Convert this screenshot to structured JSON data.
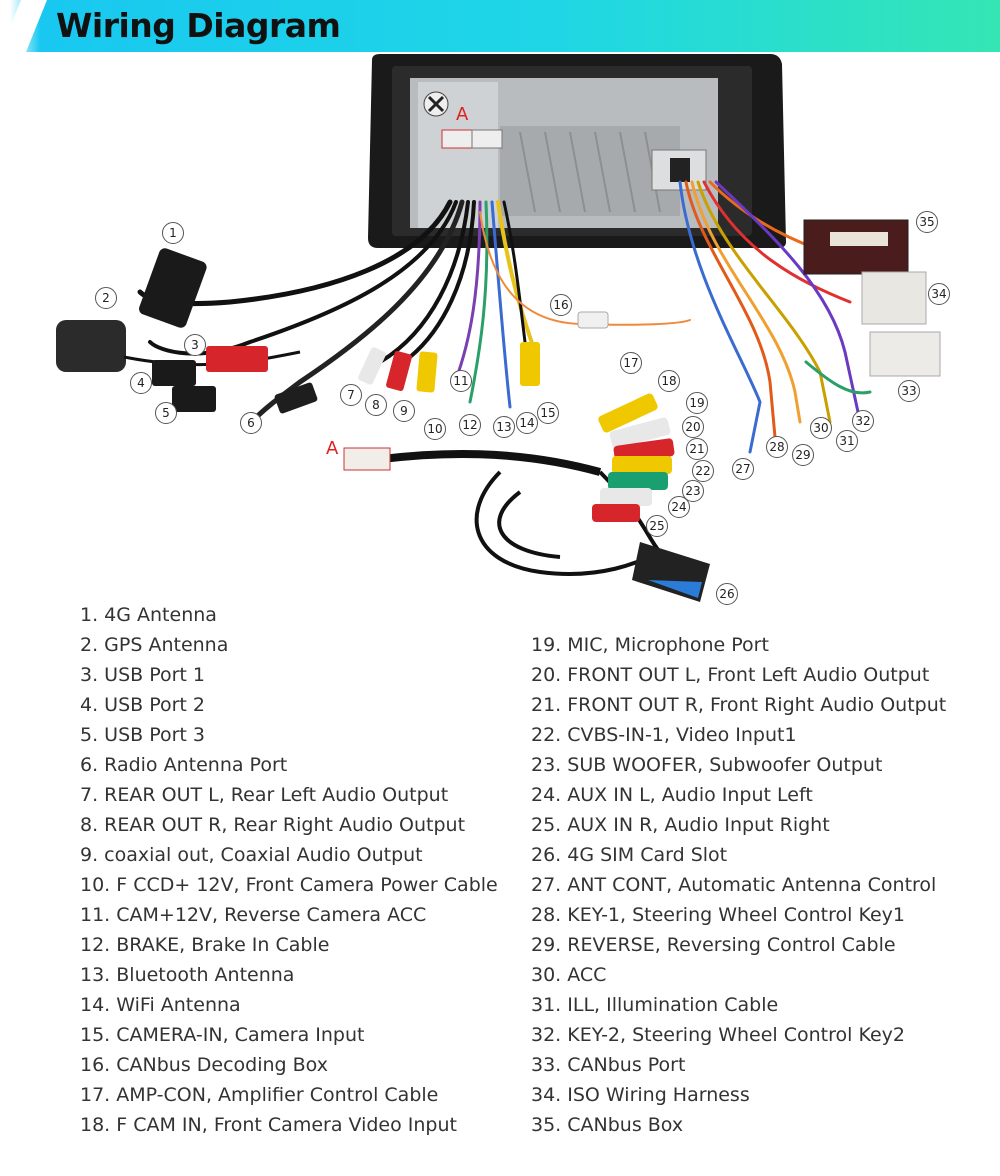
{
  "header": {
    "title": "Wiring Diagram"
  },
  "diagram": {
    "connector_label": "A",
    "connector_label_2": "A",
    "callouts": [
      "1",
      "2",
      "3",
      "4",
      "5",
      "6",
      "7",
      "8",
      "9",
      "10",
      "11",
      "12",
      "13",
      "14",
      "15",
      "16",
      "17",
      "18",
      "19",
      "20",
      "21",
      "22",
      "23",
      "24",
      "25",
      "26",
      "27",
      "28",
      "29",
      "30",
      "31",
      "32",
      "33",
      "34",
      "35"
    ]
  },
  "legend_left": [
    "1. 4G Antenna",
    "2. GPS Antenna",
    "3. USB Port 1",
    "4. USB Port 2",
    "5. USB Port 3",
    "6. Radio Antenna Port",
    "7. REAR OUT L, Rear Left Audio Output",
    "8. REAR OUT R, Rear Right Audio Output",
    "9. coaxial out, Coaxial Audio Output",
    "10. F CCD+ 12V, Front Camera Power Cable",
    "11. CAM+12V, Reverse Camera ACC",
    "12. BRAKE, Brake In Cable",
    "13. Bluetooth Antenna",
    "14. WiFi Antenna",
    "15. CAMERA-IN, Camera Input",
    "16. CANbus Decoding Box",
    "17. AMP-CON, Amplifier Control Cable",
    "18. F CAM IN, Front Camera Video Input"
  ],
  "legend_right": [
    "19. MIC, Microphone Port",
    "20. FRONT OUT L, Front Left Audio Output",
    "21. FRONT OUT R, Front Right Audio Output",
    "22. CVBS-IN-1, Video Input1",
    "23. SUB WOOFER, Subwoofer Output",
    "24. AUX IN L, Audio Input Left",
    "25. AUX IN R, Audio Input Right",
    "26. 4G SIM Card Slot",
    "27. ANT CONT, Automatic Antenna Control",
    "28. KEY-1, Steering Wheel Control Key1",
    "29. REVERSE, Reversing Control Cable",
    "30. ACC",
    "31. ILL, Illumination Cable",
    "32. KEY-2, Steering Wheel Control Key2",
    "33. CANbus Port",
    "34. ISO Wiring Harness",
    "35. CANbus Box"
  ]
}
